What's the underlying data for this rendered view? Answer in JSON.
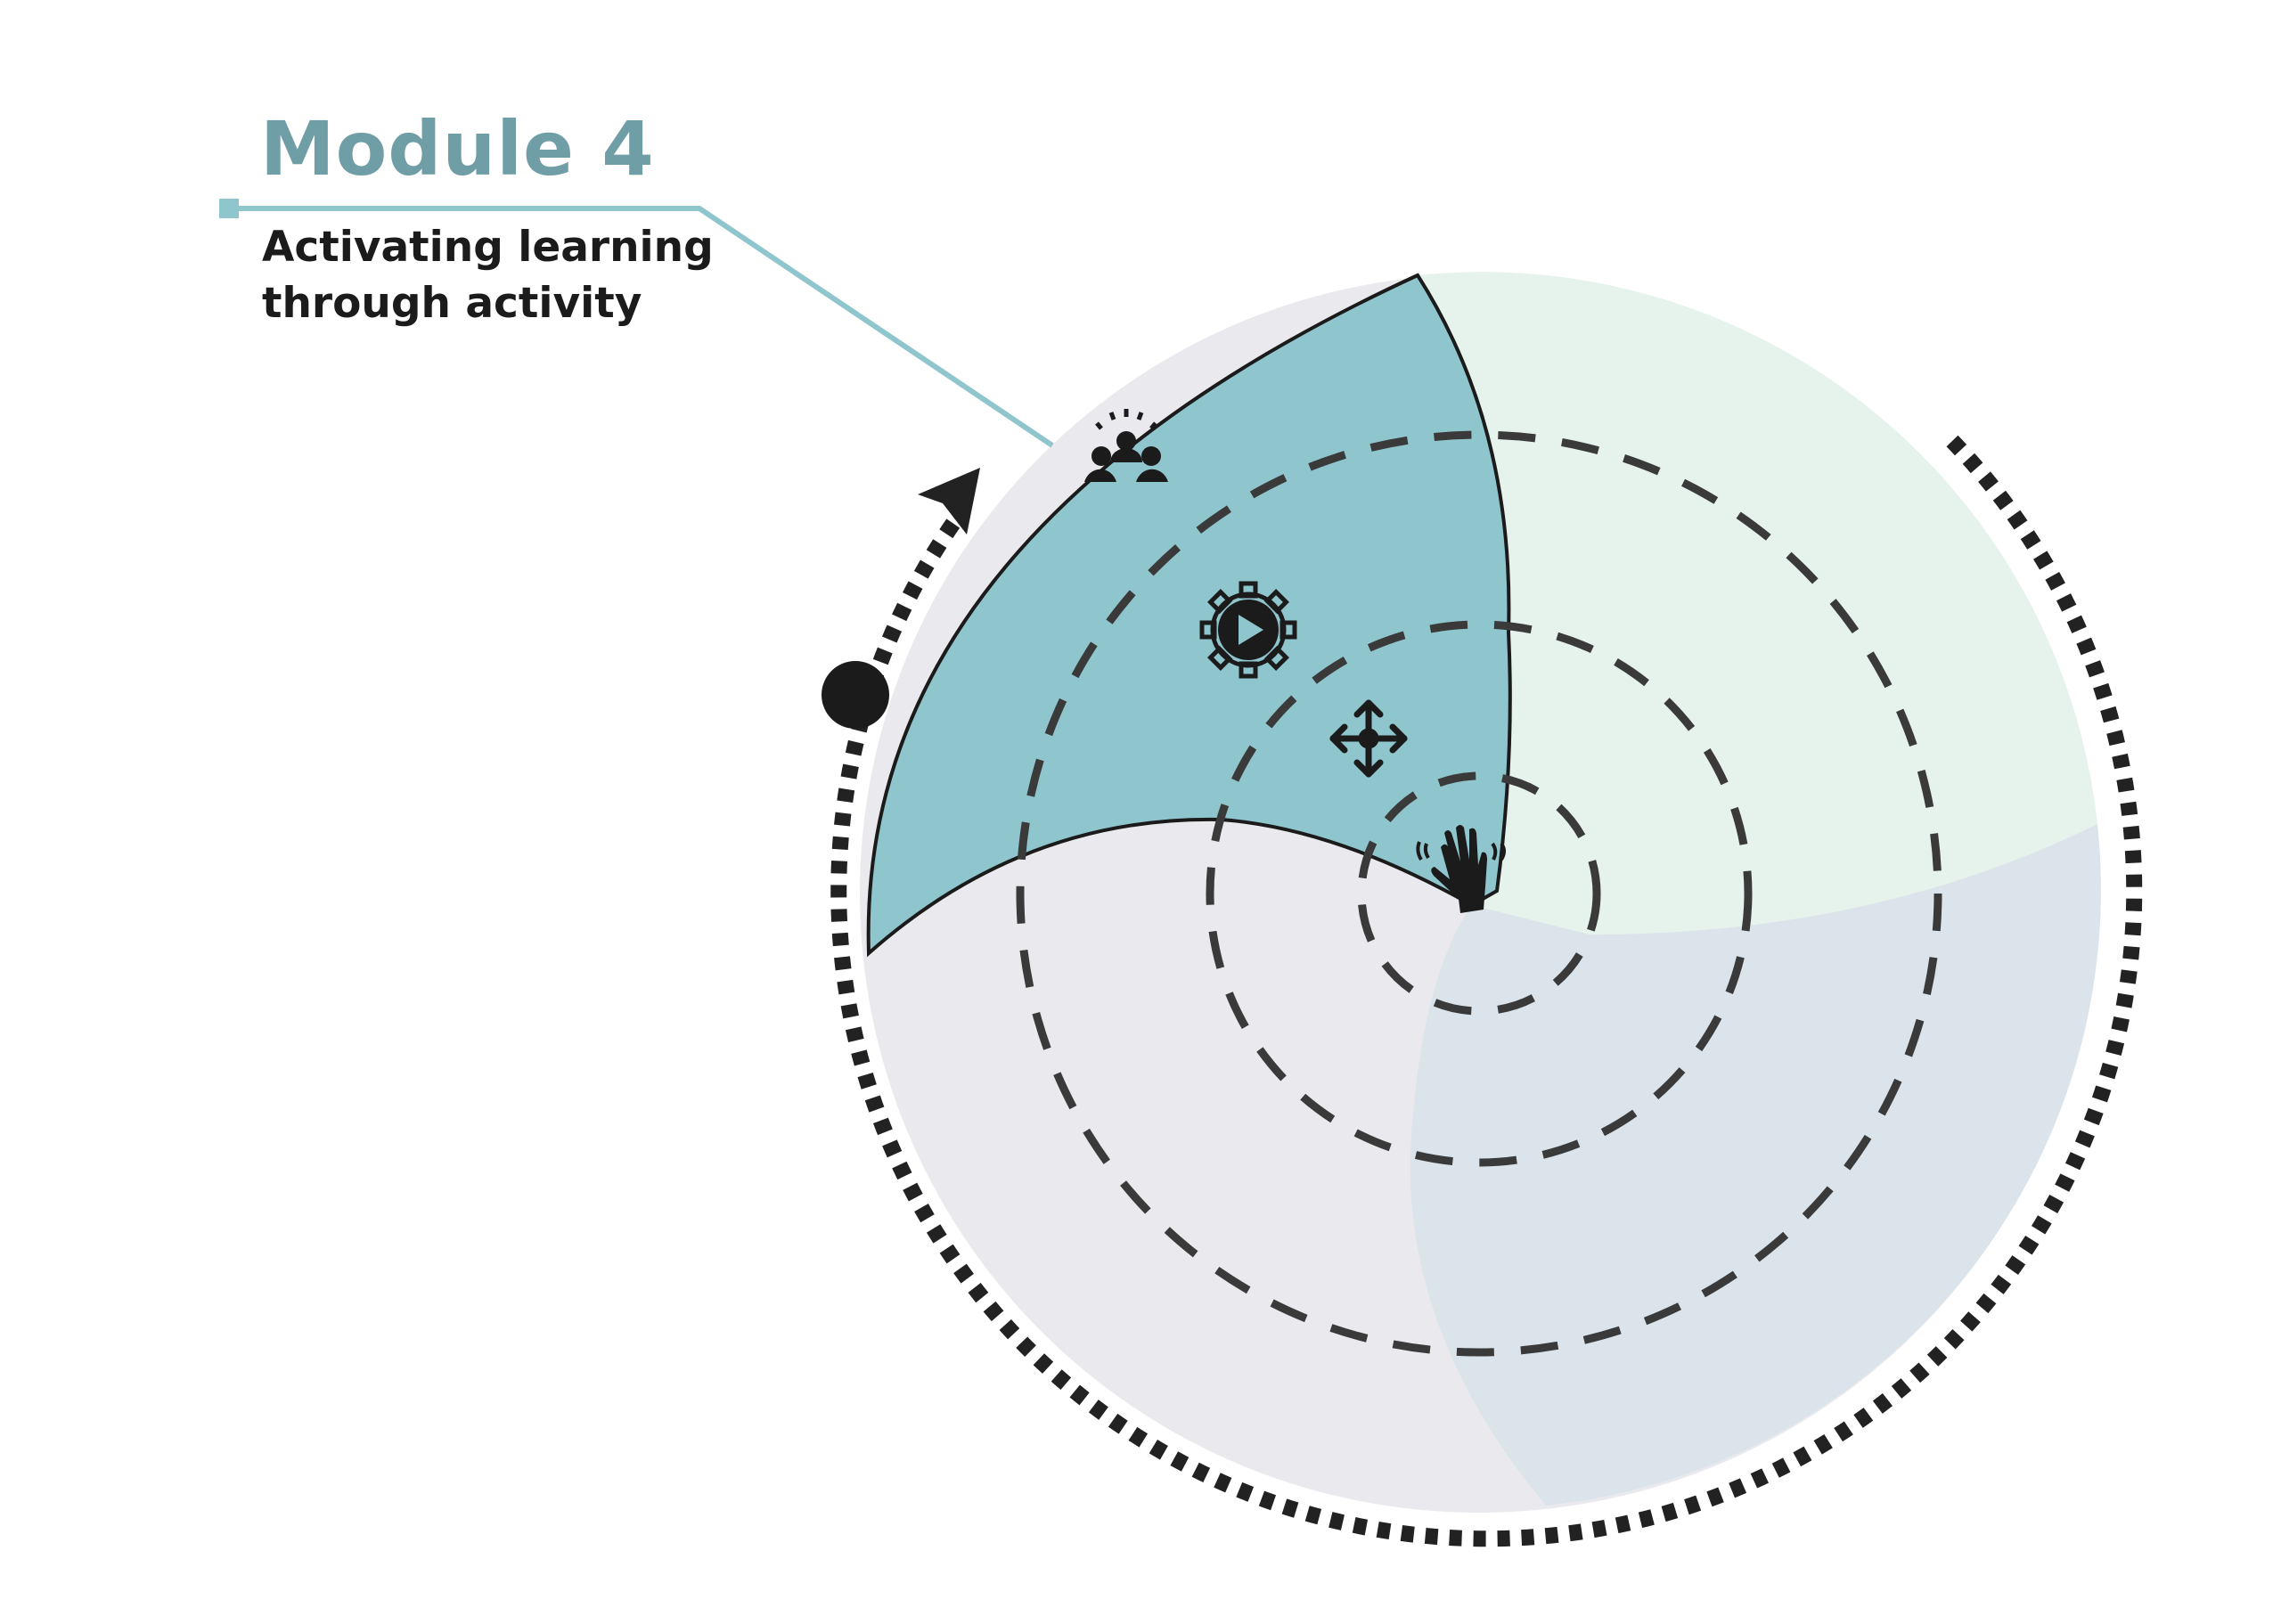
{
  "module": {
    "title": "Module 4",
    "subtitle_line1": "Activating learning",
    "subtitle_line2": "through activity"
  },
  "icons": [
    "people-group-icon",
    "gear-play-icon",
    "move-arrows-icon",
    "waving-hand-icon"
  ],
  "colors": {
    "title": "#6f9ea6",
    "leader_line": "#8fc5cd",
    "teal_sector": "#8fc5cd",
    "mint_sector": "#e5f3ec",
    "blue_sector": "#dbe4eb",
    "lavender_sector": "#eaeaee",
    "rings": "#3a3a3a"
  }
}
